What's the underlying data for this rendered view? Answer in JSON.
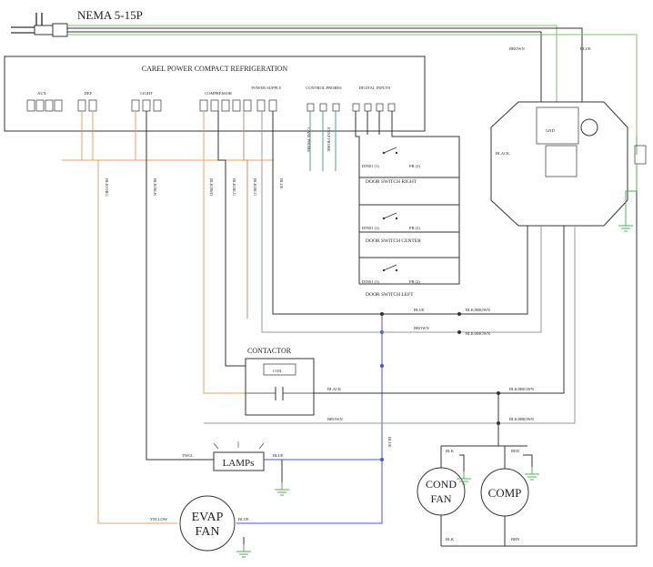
{
  "plug": {
    "label": "NEMA 5-15P"
  },
  "controller": {
    "title": "CAREL POWER COMPACT REFRIGERATION",
    "sections": [
      "AUX",
      "DEF",
      "LIGHT",
      "COMPRESSOR",
      "POWER SUPPLY",
      "CONTROL PROBES",
      "DIGITAL INPUTS"
    ]
  },
  "wire_labels": {
    "v1": "BLK/ORG",
    "v2": "BLK/BLK",
    "v3": "BLK/RED",
    "v4": "BLK/BLU",
    "v5": "BLK/BLU",
    "v6": "BLUE",
    "probe1": "CASE PROBE",
    "probe2": "EVAP PROBE",
    "blue_h": "BLUE",
    "brown_h": "BROWN",
    "black_h": "BLACK",
    "brown2_h": "BROWN",
    "r1": "BLK/BROWN",
    "r2": "BLK/BROWN",
    "r3": "BLK/BROWN",
    "r4": "BLK/BROWN",
    "lamp_left": "TWCL",
    "lamp_right": "BLUE",
    "fan_left": "YELLOW",
    "fan_right": "BLUE",
    "blue_v": "BLUE",
    "cond_top": "BLK",
    "comp_top": "RED",
    "cond_bot": "BLK",
    "comp_bot": "BRN",
    "motor1": "BROWN",
    "motor2": "BLUE",
    "motor3": "GND",
    "motor4": "BLACK"
  },
  "switches": [
    {
      "name": "DOOR SWITCH RIGHT",
      "pin_left": "DIN01 (1)",
      "pin_right": "PR (2)"
    },
    {
      "name": "DOOR SWITCH CENTER",
      "pin_left": "DIN01 (1)",
      "pin_right": "PR (2)"
    },
    {
      "name": "DOOR SWITCH LEFT",
      "pin_left": "DIN01 (1)",
      "pin_right": "PR (2)"
    }
  ],
  "contactor": {
    "label": "CONTACTOR",
    "coil_label": "COIL"
  },
  "lamps": {
    "label": "LAMPs"
  },
  "evap_fan": {
    "line1": "EVAP",
    "line2": "FAN"
  },
  "cond_fan": {
    "line1": "COND",
    "line2": "FAN"
  },
  "comp": {
    "label": "COMP"
  },
  "colors": {
    "black": "#333333",
    "orange": "#e6a060",
    "green": "#7fbf73",
    "blue": "#4455cc",
    "brown": "#b89070",
    "grey": "#999999",
    "ground": "#55aa55"
  }
}
